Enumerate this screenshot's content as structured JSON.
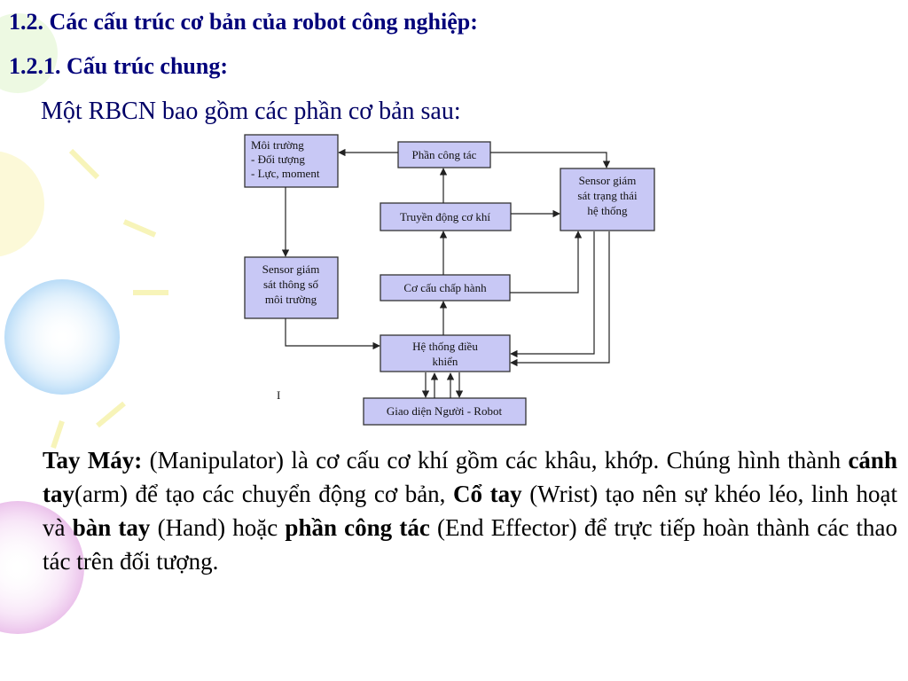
{
  "heading1": "1.2. Các cấu trúc cơ bản của robot công nghiệp:",
  "heading2": "1.2.1. Cấu trúc chung:",
  "intro": "Một RBCN bao gồm các phần cơ bản sau:",
  "diagram": {
    "env_box": [
      "Môi trường",
      "- Đối tượng",
      "- Lực, moment"
    ],
    "end_effector_box": "Phần công tác",
    "sensor_state_box": [
      "Sensor giám",
      "sát trạng thái",
      "hệ thống"
    ],
    "transmission_box": "Truyền động cơ khí",
    "sensor_env_box": [
      "Sensor giám",
      "sát thông số",
      "môi trường"
    ],
    "actuator_box": "Cơ cấu chấp hành",
    "control_box": [
      "Hệ thống điều",
      "khiển"
    ],
    "hmi_box": "Giao diện Người - Robot",
    "stray_mark": "I"
  },
  "paragraph": {
    "t1": "Tay Máy:",
    "t2": " (Manipulator) là cơ cấu cơ khí gồm các khâu, khớp. Chúng hình thành ",
    "t3": "cánh tay",
    "t4": "(arm)  để tạo các chuyển động cơ bản, ",
    "t5": "Cổ tay",
    "t6": " (Wrist) tạo nên sự khéo léo, linh hoạt và ",
    "t7": "bàn tay",
    "t8": " (Hand) hoặc ",
    "t9": "phần công tác",
    "t10": " (End Effector) để trực tiếp hoàn thành các thao tác trên đối tượng."
  },
  "colors": {
    "heading": "#00007a",
    "box_fill": "#c8c8f5",
    "box_stroke": "#333333"
  }
}
